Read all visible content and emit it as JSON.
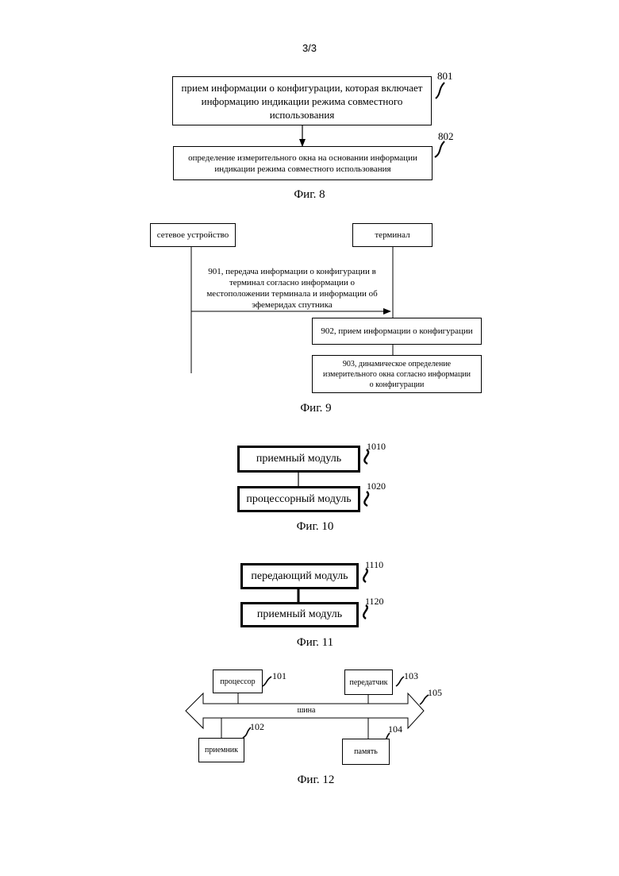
{
  "page_number": "3/3",
  "fig8": {
    "caption": "Фиг. 8",
    "step801": {
      "ref": "801",
      "text": "прием информации о конфигурации, которая включает информацию индикации режима совместного использования"
    },
    "step802": {
      "ref": "802",
      "text": "определение измерительного окна на основании информации индикации режима совместного использования"
    }
  },
  "fig9": {
    "caption": "Фиг. 9",
    "network_device": "сетевое устройство",
    "terminal": "терминал",
    "msg901": "901, передача информации о конфигурации в терминал согласно информации о местоположении терминала и информации об эфемеридах спутника",
    "step902": "902, прием информации о конфигурации",
    "step903": "903, динамическое определение измерительного окна согласно информации о конфигурации"
  },
  "fig10": {
    "caption": "Фиг. 10",
    "receiving_module": {
      "ref": "1010",
      "label": "приемный модуль"
    },
    "processor_module": {
      "ref": "1020",
      "label": "процессорный модуль"
    }
  },
  "fig11": {
    "caption": "Фиг. 11",
    "transmitting_module": {
      "ref": "1110",
      "label": "передающий модуль"
    },
    "receiving_module": {
      "ref": "1120",
      "label": "приемный модуль"
    }
  },
  "fig12": {
    "caption": "Фиг. 12",
    "processor": {
      "ref": "101",
      "label": "процессор"
    },
    "receiver": {
      "ref": "102",
      "label": "приемник"
    },
    "transmitter": {
      "ref": "103",
      "label": "передатчик"
    },
    "memory": {
      "ref": "104",
      "label": "память"
    },
    "bus": {
      "ref": "105",
      "label": "шина"
    }
  }
}
